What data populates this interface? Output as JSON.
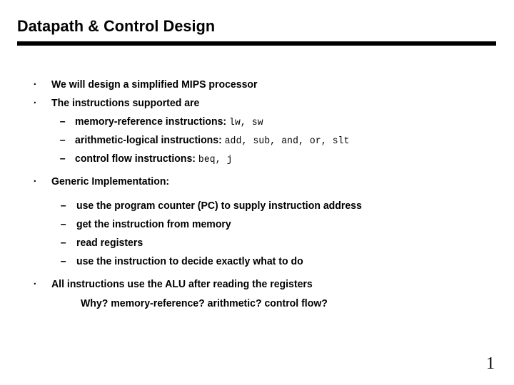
{
  "slide": {
    "title": "Datapath & Control Design",
    "page_number": "1",
    "accent_color": "#000000",
    "background_color": "#ffffff",
    "text_color": "#000000"
  },
  "markers": {
    "bullet_dot": "·",
    "bullet_dash": "–"
  },
  "content": {
    "l1_intro": "We will design a simplified MIPS processor",
    "l2_intro": "The instructions supported are",
    "sub_mem_label": "memory-reference instructions:",
    "sub_mem_code": "lw, sw",
    "sub_arith_label": "arithmetic-logical instructions:",
    "sub_arith_code": "add, sub, and, or, slt",
    "sub_ctrl_label": "control flow instructions:",
    "sub_ctrl_code": "beq, j",
    "generic_heading": "Generic Implementation:",
    "gen_1": "use the program counter (PC) to supply instruction address",
    "gen_2": "get the instruction from memory",
    "gen_3": "read registers",
    "gen_4": "use the instruction to decide exactly what to do",
    "alu_line": "All instructions use the ALU after reading the registers",
    "why_line": "Why?  memory-reference?  arithmetic? control flow?"
  }
}
